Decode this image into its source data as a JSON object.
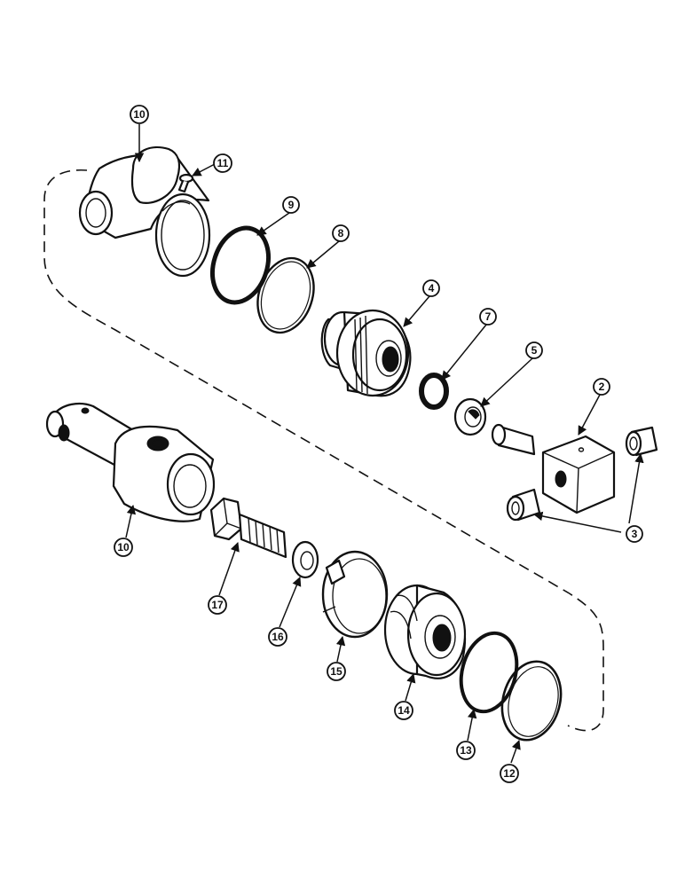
{
  "diagram": {
    "callouts": {
      "c10_top": "10",
      "c11": "11",
      "c9": "9",
      "c8": "8",
      "c4": "4",
      "c7": "7",
      "c5": "5",
      "c2": "2",
      "c3": "3",
      "c10_bottom": "10",
      "c17": "17",
      "c16": "16",
      "c15": "15",
      "c14": "14",
      "c13": "13",
      "c12": "12"
    }
  }
}
